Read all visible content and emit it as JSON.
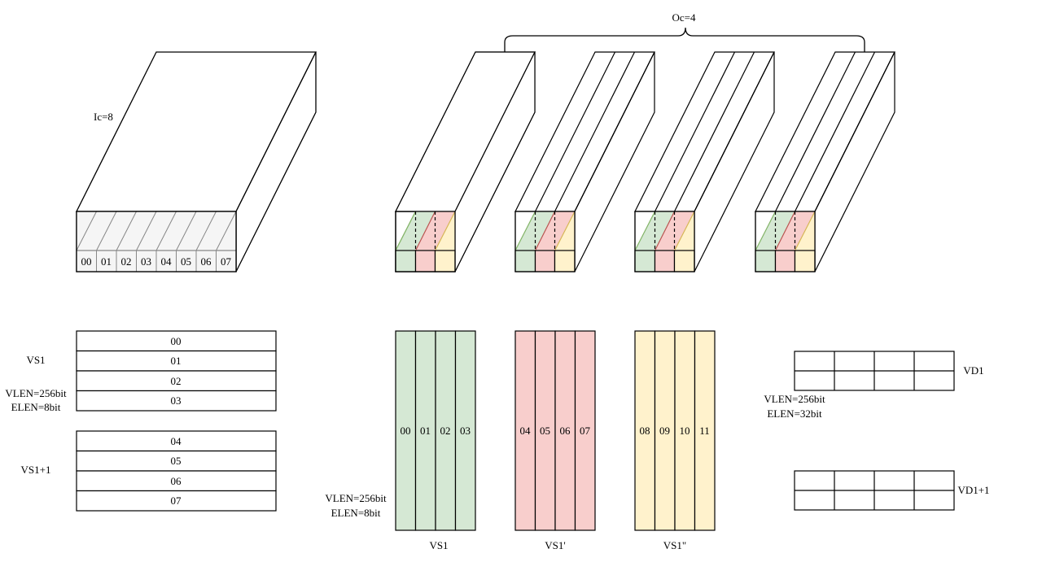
{
  "input_tensor": {
    "ic_label": "Ic=8",
    "channels": [
      "00",
      "01",
      "02",
      "03",
      "04",
      "05",
      "06",
      "07"
    ]
  },
  "weights": {
    "oc_label": "Oc=4",
    "num_kernels": 4
  },
  "vs_left": {
    "vs1_label": "VS1",
    "vs1p1_label": "VS1+1",
    "vlen_label": "VLEN=256bit",
    "elen_label": "ELEN=8bit",
    "vs1_rows": [
      "00",
      "01",
      "02",
      "03"
    ],
    "vs1p1_rows": [
      "04",
      "05",
      "06",
      "07"
    ]
  },
  "vs_groups": {
    "vlen_label": "VLEN=256bit",
    "elen_label": "ELEN=8bit",
    "groups": [
      {
        "label": "VS1",
        "color": "#d5e8d4",
        "values": [
          "00",
          "01",
          "02",
          "03"
        ]
      },
      {
        "label": "VS1'",
        "color": "#f8cecc",
        "values": [
          "04",
          "05",
          "06",
          "07"
        ]
      },
      {
        "label": "VS1\"",
        "color": "#fff2cc",
        "values": [
          "08",
          "09",
          "10",
          "11"
        ]
      }
    ]
  },
  "vd": {
    "vd1_label": "VD1",
    "vd1p1_label": "VD1+1",
    "vlen_label": "VLEN=256bit",
    "elen_label": "ELEN=32bit"
  },
  "colors": {
    "green": "#d5e8d4",
    "red": "#f8cecc",
    "yellow": "#fff2cc",
    "grey": "#f5f5f5",
    "stroke": "#000000"
  }
}
